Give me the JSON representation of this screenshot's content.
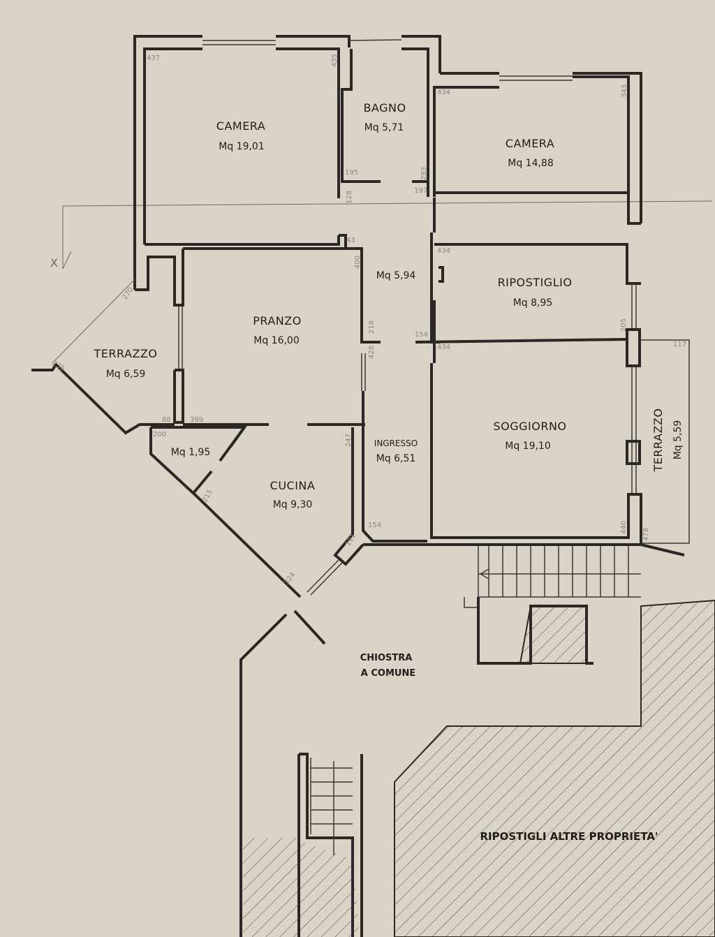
{
  "rooms": {
    "camera1": {
      "name": "CAMERA",
      "area": "Mq 19,01"
    },
    "bagno": {
      "name": "BAGNO",
      "area": "Mq 5,71"
    },
    "camera2": {
      "name": "CAMERA",
      "area": "Mq 14,88"
    },
    "disimpegno": {
      "area": "Mq 5,94"
    },
    "ripostiglio": {
      "name": "RIPOSTIGLIO",
      "area": "Mq 8,95"
    },
    "pranzo": {
      "name": "PRANZO",
      "area": "Mq 16,00"
    },
    "terrazzo1": {
      "name": "TERRAZZO",
      "area": "Mq 6,59"
    },
    "soggiorno": {
      "name": "SOGGIORNO",
      "area": "Mq 19,10"
    },
    "terrazzo2": {
      "name": "TERRAZZO",
      "area": "Mq 5,59"
    },
    "ripostiglino": {
      "area": "Mq 1,95"
    },
    "cucina": {
      "name": "CUCINA",
      "area": "Mq 9,30"
    },
    "ingresso": {
      "name": "INGRESSO",
      "area": "Mq 6,51"
    }
  },
  "notes": {
    "chiostra_1": "CHIOSTRA",
    "chiostra_2": "A COMUNE",
    "ripostigli": "RIPOSTIGLI ALTRE PROPRIETA'",
    "section_mark": "X"
  },
  "dimensions": [
    "437",
    "435",
    "195",
    "293",
    "197",
    "128",
    "43",
    "400",
    "434",
    "343",
    "434",
    "154",
    "434",
    "218",
    "428",
    "270",
    "235",
    "88",
    "399",
    "200",
    "247",
    "215",
    "191",
    "324",
    "154",
    "205",
    "117",
    "440",
    "478"
  ],
  "colors": {
    "paper": "#d9d4c7",
    "ink": "#2a2724",
    "dim": "#8a867e"
  }
}
